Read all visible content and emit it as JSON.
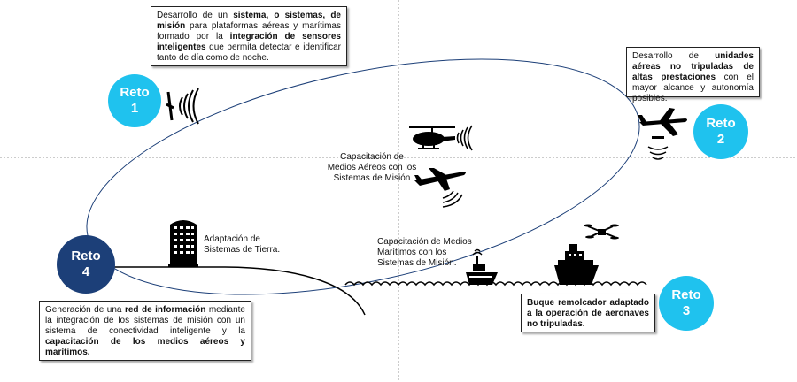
{
  "retos": {
    "r1": {
      "word": "Reto",
      "num": "1"
    },
    "r2": {
      "word": "Reto",
      "num": "2"
    },
    "r3": {
      "word": "Reto",
      "num": "3"
    },
    "r4": {
      "word": "Reto",
      "num": "4"
    }
  },
  "box1": {
    "p1": "Desarrollo de un ",
    "b1": "sistema, o sistemas, de misión",
    "p2": " para plataformas aéreas y marítimas formado por la ",
    "b2": "integración de sensores inteligentes",
    "p3": " que permita detectar e identificar tanto de día como de noche."
  },
  "box2": {
    "p1": "Desarrollo de ",
    "b1": "unidades aéreas no tripuladas de altas prestaciones",
    "p2": " con el mayor alcance y autonomía posibles."
  },
  "box3": {
    "b1": "Buque remolcador adaptado a la operación de aeronaves no tripuladas."
  },
  "box4": {
    "p1": "Generación de una ",
    "b1": "red de información",
    "p2": " mediante la integración de los sistemas de misión con un sistema de conectividad inteligente y la ",
    "b2": "capacitación de los medios aéreos y marítimos."
  },
  "labels": {
    "aereos": "Capacitación de Medios Aéreos con los Sistemas de Misión",
    "tierra": "Adaptación de Sistemas de Tierra.",
    "maritimos": "Capacitación de Medios Marítimos con los Sistemas de Misión."
  },
  "colors": {
    "cyan": "#1fc2ee",
    "navy": "#1c3f78"
  },
  "icons": [
    "helicopter-icon",
    "airplane-icon",
    "drone-icon",
    "building-icon",
    "ship-icon",
    "tugboat-icon",
    "signal-waves-icon",
    "quadcopter-icon"
  ]
}
